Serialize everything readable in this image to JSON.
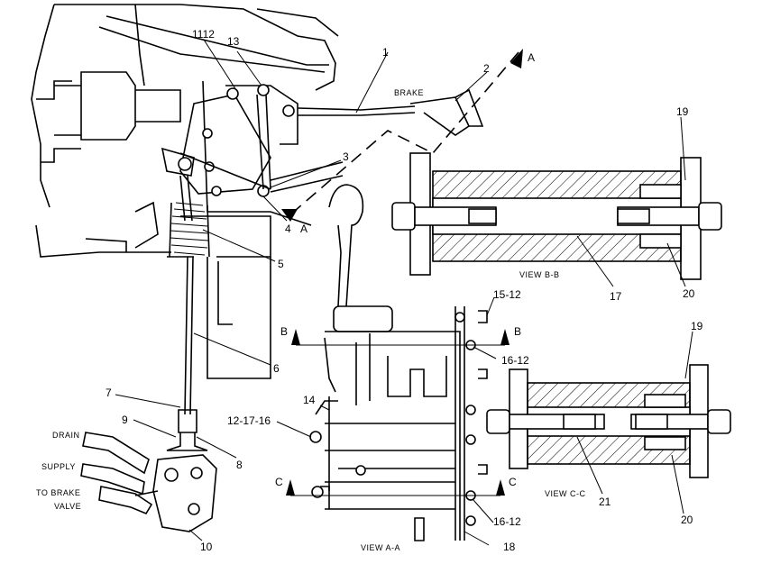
{
  "labels": {
    "n1": "1",
    "n2": "2",
    "n3": "3",
    "n4": "4",
    "n5": "5",
    "n6": "6",
    "n7": "7",
    "n8": "8",
    "n9": "9",
    "n10": "10",
    "n1112": "1112",
    "n13": "13",
    "n14": "14",
    "n15_12": "15-12",
    "n16_12_top": "16-12",
    "n16_12_bot": "16-12",
    "n12_17_16": "12-17-16",
    "n17": "17",
    "n18": "18",
    "n19_top": "19",
    "n19_bot": "19",
    "n20_top": "20",
    "n20_bot": "20",
    "n21": "21"
  },
  "section_marks": {
    "a_top": "A",
    "a_mid": "A",
    "b_left": "B",
    "b_right": "B",
    "c_left": "C",
    "c_right": "C"
  },
  "text": {
    "brake": "BRAKE",
    "drain": "DRAIN",
    "supply": "SUPPLY",
    "to_brake": "TO BRAKE",
    "valve": "VALVE",
    "view_bb": "VIEW B-B",
    "view_cc": "VIEW C-C",
    "view_aa": "VIEW A-A"
  }
}
